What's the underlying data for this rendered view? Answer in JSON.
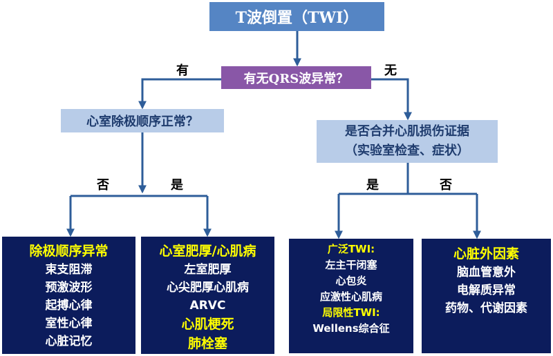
{
  "title": "T波倒置（TWI）",
  "question_qrs": "有无QRS波异常？",
  "question_left": "心室除极顺序正常？",
  "question_right": [
    "是否合并心肌损伤证据",
    "（实验室检查、症状）"
  ],
  "branches": {
    "yes_left": "有",
    "no_right": "无",
    "left_no": "否",
    "left_yes": "是",
    "right_yes": "是",
    "right_no": "否"
  },
  "box1": {
    "heading": "除极顺序异常",
    "items": [
      "束支阻滞",
      "预激波形",
      "起搏心律",
      "室性心律",
      "心脏记忆"
    ]
  },
  "box2": {
    "heading": "心室肥厚/心肌病",
    "items": [
      "左室肥厚",
      "心尖肥厚心肌病",
      "ARVC"
    ],
    "heading2": "心肌梗死",
    "heading3": "肺栓塞"
  },
  "box3": {
    "heading": "广泛TWI:",
    "items": [
      "左主干闭塞",
      "心包炎",
      "应激性心肌病"
    ],
    "heading2": "局限性TWI:",
    "items2": [
      "Wellens综合征"
    ]
  },
  "box4": {
    "heading": "心脏外因素",
    "items": [
      "脑血管意外",
      "电解质异常",
      "药物、代谢因素"
    ]
  },
  "colors": {
    "title_box": "#5585c4",
    "qrs_box": "#8957a7",
    "question_box": "#b8cce8",
    "result_box": "#0c1c5c",
    "highlight_text": "#ffff00",
    "connector": "#2e5d99"
  }
}
